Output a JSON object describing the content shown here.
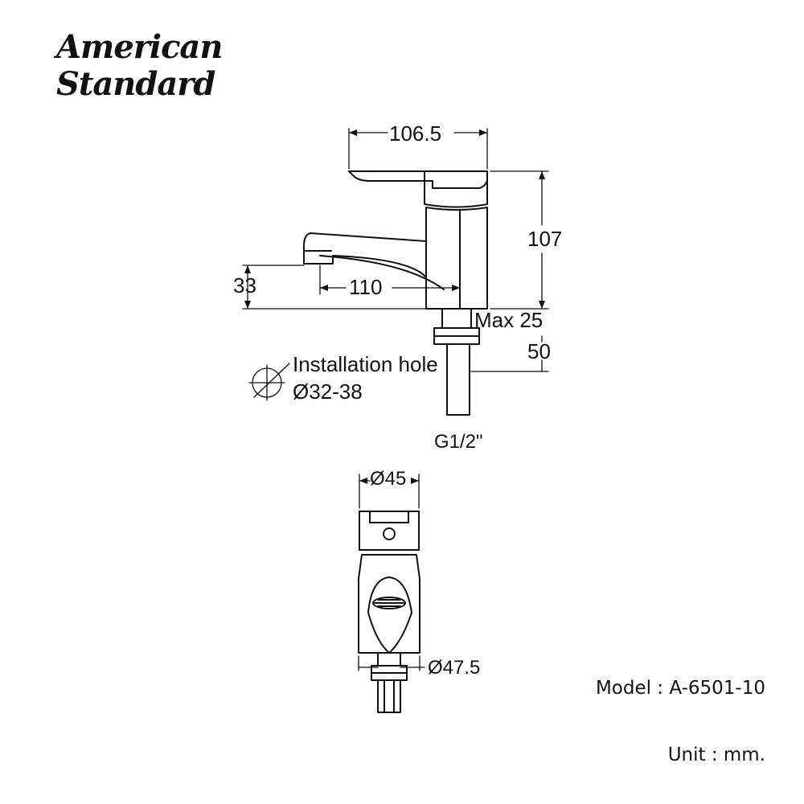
{
  "brand": {
    "line1": "American",
    "line2": "Standard"
  },
  "dimensions": {
    "width_top": "106.5",
    "height": "107",
    "spout_height": "33",
    "spout_reach": "110",
    "max_thickness": "Max 25",
    "shank_length": "50",
    "thread": "G1/2\"",
    "top_diameter": "Ø45",
    "base_diameter": "Ø47.5"
  },
  "installation": {
    "label": "Installation hole",
    "diameter": "Ø32-38"
  },
  "info": {
    "model": "Model : A-6501-10",
    "unit": "Unit : mm."
  },
  "colors": {
    "line": "#111111",
    "background": "#ffffff"
  }
}
